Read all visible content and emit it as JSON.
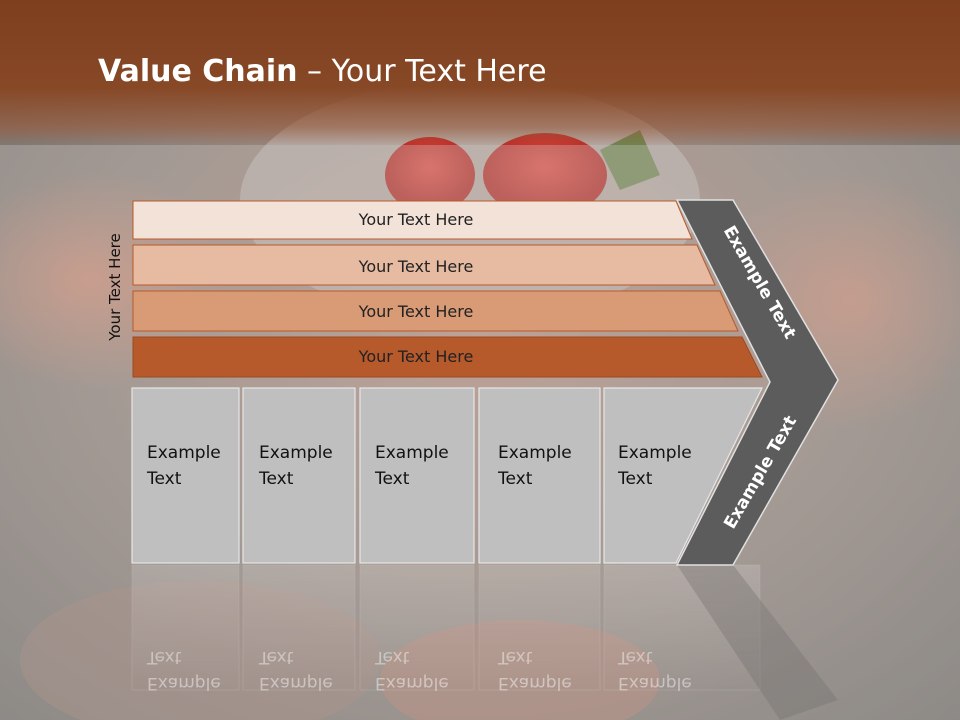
{
  "slide": {
    "title_bold": "Value Chain",
    "title_rest": " – Your Text Here",
    "side_label": "Your Text Here"
  },
  "bars": [
    {
      "label": "Your Text Here",
      "color": "#f2e2d8"
    },
    {
      "label": "Your Text Here",
      "color": "#e6bba2"
    },
    {
      "label": "Your Text Here",
      "color": "#d99a76"
    },
    {
      "label": "Your Text Here",
      "color": "#b6592b"
    }
  ],
  "boxes": [
    {
      "line1": "Example",
      "line2": "Text"
    },
    {
      "line1": "Example",
      "line2": "Text"
    },
    {
      "line1": "Example",
      "line2": "Text"
    },
    {
      "line1": "Example",
      "line2": "Text"
    },
    {
      "line1": "Example",
      "line2": "Text"
    }
  ],
  "chevron": {
    "upper_label": "Example Text",
    "lower_label": "Example Text",
    "color": "#5c5c5c"
  },
  "colors": {
    "header": "#7e3f1f",
    "box_fill": "#bfbfbf"
  }
}
